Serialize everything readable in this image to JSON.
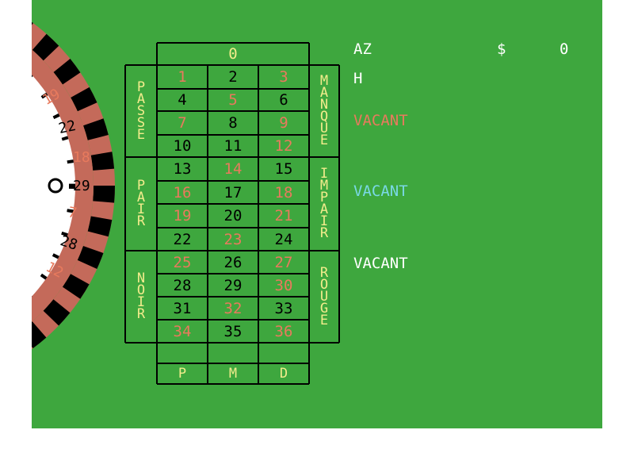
{
  "colors": {
    "felt": "#3ea73e",
    "line": "#000000",
    "red": "#e87a5d",
    "black": "#000000",
    "label": "#f2ec8c",
    "zero": "#f2ec8c",
    "player1": "#e87a5d",
    "player2": "#7ad8e6",
    "player3": "#ffffff",
    "wheel_red": "#c46a5a"
  },
  "table": {
    "zero": "0",
    "numbers": [
      [
        "1",
        "2",
        "3"
      ],
      [
        "4",
        "5",
        "6"
      ],
      [
        "7",
        "8",
        "9"
      ],
      [
        "10",
        "11",
        "12"
      ],
      [
        "13",
        "14",
        "15"
      ],
      [
        "16",
        "17",
        "18"
      ],
      [
        "19",
        "20",
        "21"
      ],
      [
        "22",
        "23",
        "24"
      ],
      [
        "25",
        "26",
        "27"
      ],
      [
        "28",
        "29",
        "30"
      ],
      [
        "31",
        "32",
        "33"
      ],
      [
        "34",
        "35",
        "36"
      ]
    ],
    "red_numbers": [
      "1",
      "3",
      "5",
      "7",
      "9",
      "12",
      "14",
      "16",
      "18",
      "19",
      "21",
      "23",
      "25",
      "27",
      "30",
      "32",
      "34",
      "36"
    ],
    "left_labels": [
      "PASSE",
      "PAIR",
      "NOIR"
    ],
    "right_labels": [
      "MANQUE",
      "IMPAIR",
      "ROUGE"
    ],
    "dozens": [
      "P",
      "M",
      "D"
    ]
  },
  "wheel": {
    "numbers": [
      "19",
      "22",
      "18",
      "29",
      "7",
      "28",
      "12"
    ],
    "red": [
      "19",
      "18",
      "7",
      "12"
    ]
  },
  "info": {
    "player_name": "AZ",
    "currency": "$",
    "balance": "0",
    "status": "H",
    "seats": [
      "VACANT",
      "VACANT",
      "VACANT"
    ]
  }
}
